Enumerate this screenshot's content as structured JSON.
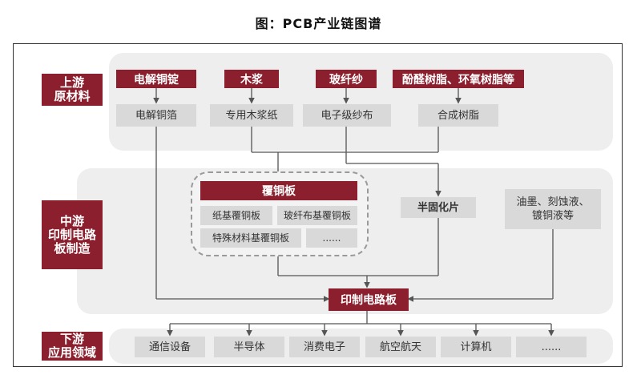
{
  "title": "图：PCB产业链图谱",
  "stages": {
    "upstream": "上游\n原材料",
    "midstream": "中游\n印制电路\n板制造",
    "downstream": "下游\n应用领域"
  },
  "raw_materials": [
    "电解铜锭",
    "木浆",
    "玻纤纱",
    "酚醛树脂、环氧树脂等"
  ],
  "intermediates": [
    "电解铜箔",
    "专用木浆纸",
    "电子级纱布",
    "合成树脂"
  ],
  "ccl": {
    "title": "覆铜板",
    "items": [
      "纸基覆铜板",
      "玻纤布基覆铜板",
      "特殊材料基覆铜板",
      "......"
    ]
  },
  "prepreg": "半固化片",
  "chemicals": "油墨、刻蚀液、\n镀铜液等",
  "pcb": "印制电路板",
  "applications": [
    "通信设备",
    "半导体",
    "消费电子",
    "航空航天",
    "计算机",
    "......"
  ],
  "colors": {
    "accent": "#8c1f2e",
    "box": "#d9d9d9",
    "panel": "#eeeeee",
    "line": "#555555"
  }
}
